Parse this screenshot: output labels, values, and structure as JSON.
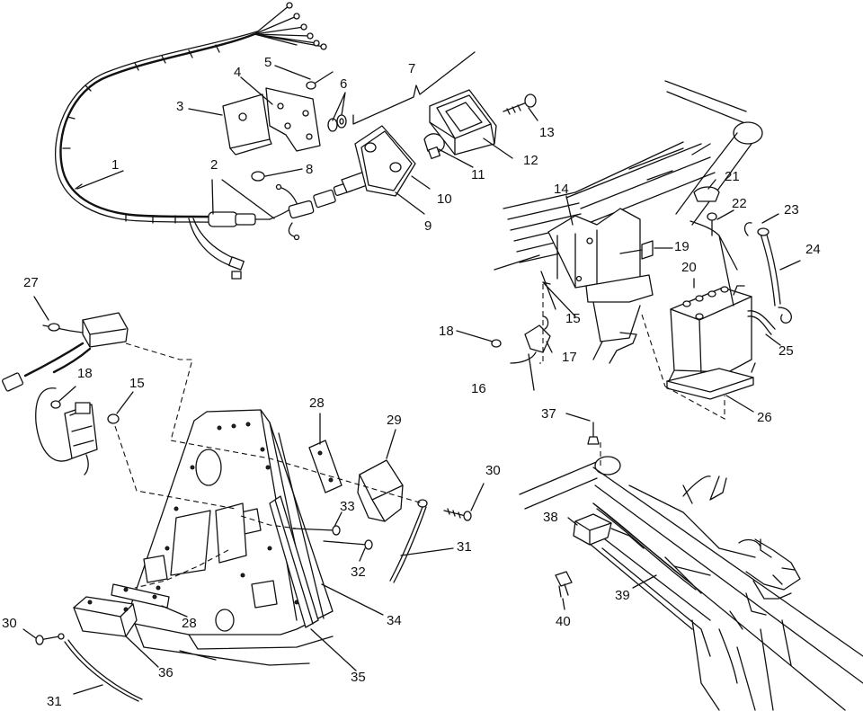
{
  "diagram": {
    "callouts": [
      {
        "id": "c1",
        "text": "1"
      },
      {
        "id": "c2",
        "text": "2"
      },
      {
        "id": "c3",
        "text": "3"
      },
      {
        "id": "c4",
        "text": "4"
      },
      {
        "id": "c5",
        "text": "5"
      },
      {
        "id": "c6",
        "text": "6"
      },
      {
        "id": "c7",
        "text": "7"
      },
      {
        "id": "c8",
        "text": "8"
      },
      {
        "id": "c9",
        "text": "9"
      },
      {
        "id": "c10",
        "text": "10"
      },
      {
        "id": "c11",
        "text": "11"
      },
      {
        "id": "c12",
        "text": "12"
      },
      {
        "id": "c13",
        "text": "13"
      },
      {
        "id": "c14",
        "text": "14"
      },
      {
        "id": "c15a",
        "text": "15"
      },
      {
        "id": "c15b",
        "text": "15"
      },
      {
        "id": "c16",
        "text": "16"
      },
      {
        "id": "c17",
        "text": "17"
      },
      {
        "id": "c18a",
        "text": "18"
      },
      {
        "id": "c18b",
        "text": "18"
      },
      {
        "id": "c19",
        "text": "19"
      },
      {
        "id": "c20",
        "text": "20"
      },
      {
        "id": "c21",
        "text": "21"
      },
      {
        "id": "c22",
        "text": "22"
      },
      {
        "id": "c23",
        "text": "23"
      },
      {
        "id": "c24",
        "text": "24"
      },
      {
        "id": "c25",
        "text": "25"
      },
      {
        "id": "c26",
        "text": "26"
      },
      {
        "id": "c27",
        "text": "27"
      },
      {
        "id": "c28a",
        "text": "28"
      },
      {
        "id": "c28b",
        "text": "28"
      },
      {
        "id": "c29",
        "text": "29"
      },
      {
        "id": "c30a",
        "text": "30"
      },
      {
        "id": "c30b",
        "text": "30"
      },
      {
        "id": "c31a",
        "text": "31"
      },
      {
        "id": "c31b",
        "text": "31"
      },
      {
        "id": "c32",
        "text": "32"
      },
      {
        "id": "c33",
        "text": "33"
      },
      {
        "id": "c34",
        "text": "34"
      },
      {
        "id": "c35",
        "text": "35"
      },
      {
        "id": "c36",
        "text": "36"
      },
      {
        "id": "c37",
        "text": "37"
      },
      {
        "id": "c38",
        "text": "38"
      },
      {
        "id": "c39",
        "text": "39"
      },
      {
        "id": "c40",
        "text": "40"
      }
    ]
  }
}
